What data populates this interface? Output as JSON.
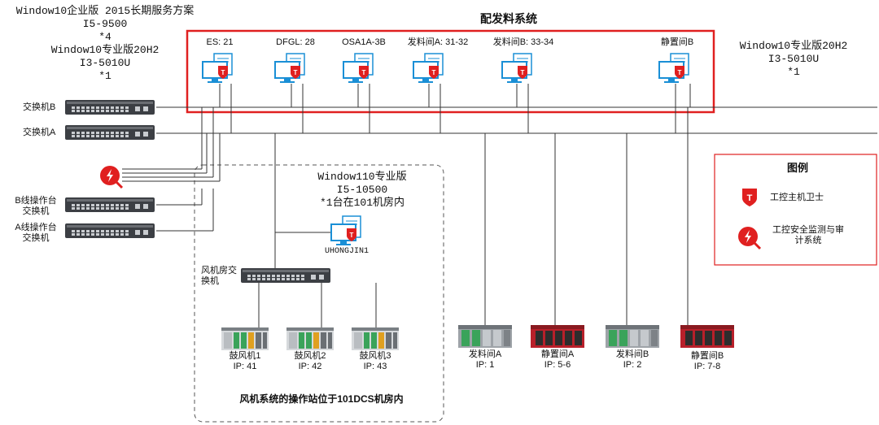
{
  "title": "配发料系统",
  "left_spec": [
    "Window10企业版 2015长期服务方案",
    "I5-9500",
    "*4",
    "Window10专业版20H2",
    "I3-5010U",
    "*1"
  ],
  "right_spec": [
    "Window10专业版20H2",
    "I3-5010U",
    "*1"
  ],
  "mid_spec": [
    "Window110专业版",
    "I5-10500",
    "*1台在101机房内"
  ],
  "workstations": [
    {
      "label": "ES: 21"
    },
    {
      "label": "DFGL: 28"
    },
    {
      "label": "OSA1A-3B"
    },
    {
      "label": "发料间A: 31-32"
    },
    {
      "label": "发料间B: 33-34"
    },
    {
      "label": "静置间B"
    }
  ],
  "switches": {
    "b": "交换机B",
    "a": "交换机A",
    "b_op_line1": "B线操作台",
    "b_op_line2": "交换机",
    "a_op_line1": "A线操作台",
    "a_op_line2": "交换机",
    "fan_line1": "风机房交",
    "fan_line2": "换机"
  },
  "uhong_label": "UHONGJIN1",
  "fans": [
    {
      "name": "鼓风机1",
      "ip": "IP: 41"
    },
    {
      "name": "鼓风机2",
      "ip": "IP: 42"
    },
    {
      "name": "鼓风机3",
      "ip": "IP: 43"
    }
  ],
  "plcs": [
    {
      "name": "发料间A",
      "ip": "IP: 1",
      "style": "gray"
    },
    {
      "name": "静置间A",
      "ip": "IP: 5-6",
      "style": "red"
    },
    {
      "name": "发料间B",
      "ip": "IP: 2",
      "style": "gray"
    },
    {
      "name": "静置间B",
      "ip": "IP: 7-8",
      "style": "red"
    }
  ],
  "fan_note": "风机系统的操作站位于101DCS机房内",
  "legend": {
    "title": "图例",
    "item1": "工控主机卫士",
    "item2_line1": "工控安全监测与审",
    "item2_line2": "计系统"
  },
  "colors": {
    "red": "#e02020",
    "monitor": "#1a8fd6",
    "line": "#333333"
  }
}
